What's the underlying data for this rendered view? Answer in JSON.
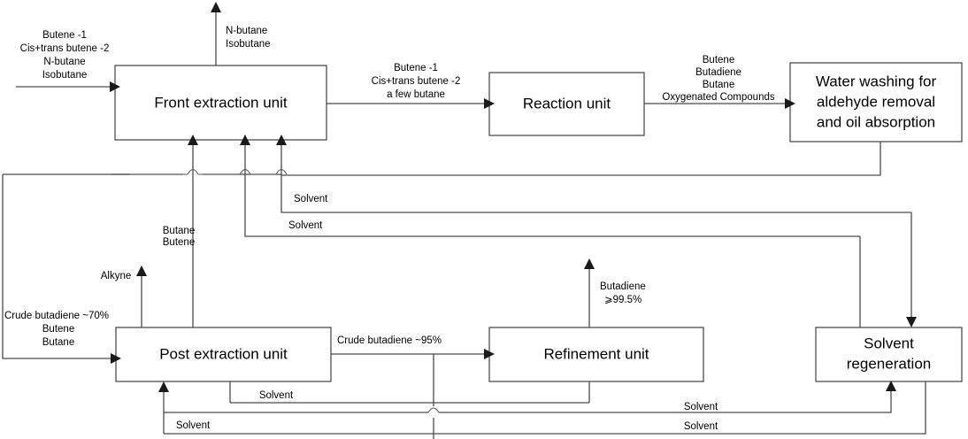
{
  "diagram": {
    "title": "Butadiene extraction process flow diagram",
    "type": "process-flow-diagram",
    "accent_color": "#4a4a4a",
    "box_stroke": "#3f3f3f",
    "background": "#ffffff"
  },
  "units": {
    "front_extraction": "Front extraction unit",
    "reaction": "Reaction unit",
    "water_washing_line1": "Water washing for",
    "water_washing_line2": "aldehyde removal",
    "water_washing_line3": "and oil absorption",
    "post_extraction": "Post extraction unit",
    "refinement": "Refinement unit",
    "solvent_regeneration_line1": "Solvent",
    "solvent_regeneration_line2": "regeneration"
  },
  "streams": {
    "feed_front_1": "Butene -1",
    "feed_front_2": "Cis+trans butene -2",
    "feed_front_3": "N-butane",
    "feed_front_4": "Isobutane",
    "front_top_1": "N-butane",
    "front_top_2": "Isobutane",
    "front_to_reaction_1": "Butene -1",
    "front_to_reaction_2": "Cis+trans butene -2",
    "front_to_reaction_3": "a few butane",
    "reaction_to_wash_1": "Butene",
    "reaction_to_wash_2": "Butadiene",
    "reaction_to_wash_3": "Butane",
    "reaction_to_wash_4": "Oxygenated Compounds",
    "solvent_upper": "Solvent",
    "solvent_mid": "Solvent",
    "butane_butene_1": "Butane",
    "butane_butene_2": "Butene",
    "alkyne": "Alkyne",
    "feed_post_1": "Crude butadiene ~70%",
    "feed_post_2": "Butene",
    "feed_post_3": "Butane",
    "post_to_refinement": "Crude butadiene ~95%",
    "butadiene_product_1": "Butadiene",
    "butadiene_product_2": "⩾99.5%",
    "solvent_post_return": "Solvent",
    "solvent_bottom_upper": "Solvent",
    "solvent_bottom_lower": "Solvent",
    "solvent_bottom_left": "Solvent"
  }
}
